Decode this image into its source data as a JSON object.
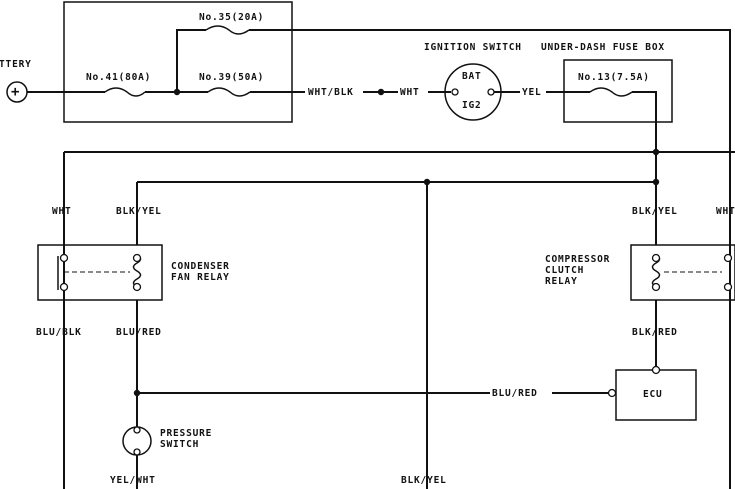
{
  "battery": {
    "label": "BATTERY",
    "symbol": "+"
  },
  "fuses": {
    "f35": "No.35(20A)",
    "f41": "No.41(80A)",
    "f39": "No.39(50A)",
    "f13": "No.13(7.5A)"
  },
  "ignition_switch": {
    "title": "IGNITION SWITCH",
    "terminal_in": "BAT",
    "terminal_out": "IG2"
  },
  "fuse_box": {
    "title": "UNDER-DASH FUSE BOX"
  },
  "wires": {
    "wht_blk": "WHT/BLK",
    "wht": "WHT",
    "yel": "YEL",
    "blk_yel": "BLK/YEL",
    "blu_blk": "BLU/BLK",
    "blu_red": "BLU/RED",
    "blk_red": "BLK/RED",
    "yel_wht": "YEL/WHT"
  },
  "components": {
    "condenser_relay": [
      "CONDENSER",
      "FAN RELAY"
    ],
    "compressor_relay": [
      "COMPRESSOR",
      "CLUTCH",
      "RELAY"
    ],
    "ecu": "ECU",
    "pressure_switch": [
      "PRESSURE",
      "SWITCH"
    ]
  },
  "colors": {
    "ink": "#111111",
    "background": "#ffffff"
  }
}
